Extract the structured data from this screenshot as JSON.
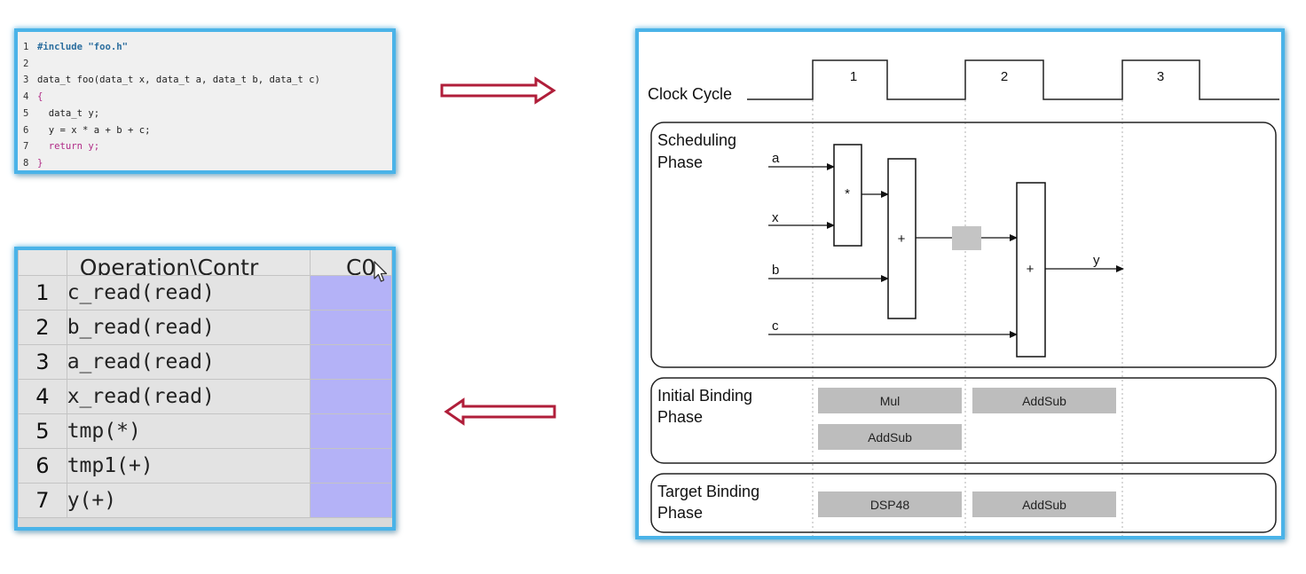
{
  "code_panel": {
    "lines": [
      {
        "num": "1",
        "text": "#include \"foo.h\""
      },
      {
        "num": "2",
        "text": ""
      },
      {
        "num": "3",
        "text": "data_t foo(data_t x, data_t a, data_t b, data_t c)"
      },
      {
        "num": "4",
        "text": "{"
      },
      {
        "num": "5",
        "text": "  data_t y;"
      },
      {
        "num": "6",
        "text": "  y = x * a + b + c;"
      },
      {
        "num": "7",
        "text": "  return y;"
      },
      {
        "num": "8",
        "text": "}"
      }
    ]
  },
  "table_panel": {
    "headers": {
      "num": "",
      "operation": "Operation\\Contr",
      "c0": "C0"
    },
    "rows": [
      {
        "num": "1",
        "op": "c_read(read)"
      },
      {
        "num": "2",
        "op": "b_read(read)"
      },
      {
        "num": "3",
        "op": "a_read(read)"
      },
      {
        "num": "4",
        "op": "x_read(read)"
      },
      {
        "num": "5",
        "op": "tmp(*)"
      },
      {
        "num": "6",
        "op": "tmp1(+)"
      },
      {
        "num": "7",
        "op": "y(+)"
      }
    ],
    "c0_color": "#b4b2f7"
  },
  "diagram": {
    "clock_label": "Clock Cycle",
    "cycles": [
      "1",
      "2",
      "3"
    ],
    "scheduling": {
      "label_line1": "Scheduling",
      "label_line2": "Phase",
      "inputs": [
        "a",
        "x",
        "b",
        "c"
      ],
      "ops": [
        "*",
        "+",
        "+"
      ],
      "output": "y"
    },
    "initial_binding": {
      "label_line1": "Initial Binding",
      "label_line2": "Phase",
      "blocks": [
        "Mul",
        "AddSub",
        "AddSub"
      ]
    },
    "target_binding": {
      "label_line1": "Target Binding",
      "label_line2": "Phase",
      "blocks": [
        "DSP48",
        "AddSub"
      ]
    }
  },
  "colors": {
    "panel_border": "#4ab3e8",
    "arrow": "#b01e3a",
    "bind_block": "#bdbdbd"
  }
}
